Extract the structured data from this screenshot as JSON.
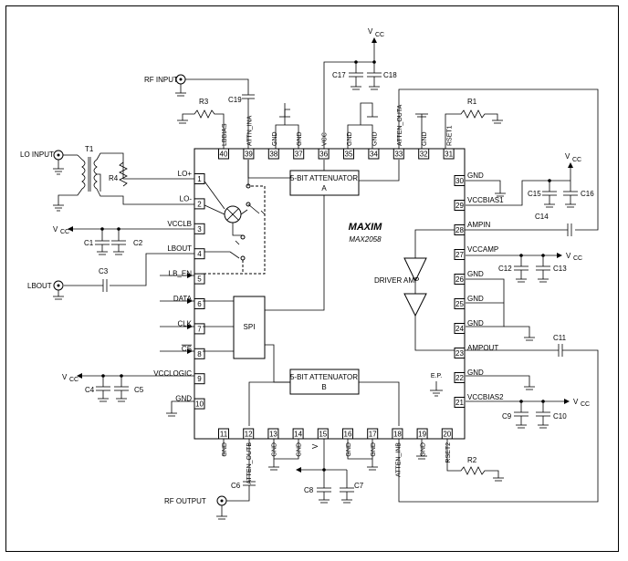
{
  "chip": {
    "attenuator_a": [
      "5-BIT ATTENUATOR",
      "A"
    ],
    "attenuator_b": [
      "5-BIT ATTENUATOR",
      "B"
    ],
    "spi": "SPI",
    "logo": "MAXIM",
    "part": "MAX2058",
    "driver_amp": "DRIVER AMP",
    "ep": "E.P."
  },
  "pins_left": [
    {
      "num": "1",
      "label": "LO+"
    },
    {
      "num": "2",
      "label": "LO-"
    },
    {
      "num": "3",
      "label": "VCCLB"
    },
    {
      "num": "4",
      "label": "LBOUT"
    },
    {
      "num": "5",
      "label": "LB_EN"
    },
    {
      "num": "6",
      "label": "DATA"
    },
    {
      "num": "7",
      "label": "CLK"
    },
    {
      "num": "8",
      "label": "CS"
    },
    {
      "num": "9",
      "label": "VCCLOGIC"
    },
    {
      "num": "10",
      "label": "GND"
    }
  ],
  "pins_top": [
    {
      "num": "40",
      "label": "LBBIAS"
    },
    {
      "num": "39",
      "label": "ATTN_INA"
    },
    {
      "num": "38",
      "label": "GND"
    },
    {
      "num": "37",
      "label": "GND"
    },
    {
      "num": "36",
      "label": "VCC"
    },
    {
      "num": "35",
      "label": "GND"
    },
    {
      "num": "34",
      "label": "GND"
    },
    {
      "num": "33",
      "label": "ATTEN_OUTA"
    },
    {
      "num": "32",
      "label": "GND"
    },
    {
      "num": "31",
      "label": "RSET1"
    }
  ],
  "pins_right": [
    {
      "num": "30",
      "label": "GND"
    },
    {
      "num": "29",
      "label": "VCCBIAS1"
    },
    {
      "num": "28",
      "label": "AMPIN"
    },
    {
      "num": "27",
      "label": "VCCAMP"
    },
    {
      "num": "26",
      "label": "GND"
    },
    {
      "num": "25",
      "label": "GND"
    },
    {
      "num": "24",
      "label": "GND"
    },
    {
      "num": "23",
      "label": "AMPOUT"
    },
    {
      "num": "22",
      "label": "GND"
    },
    {
      "num": "21",
      "label": "VCCBIAS2"
    }
  ],
  "pins_bottom": [
    {
      "num": "11",
      "label": "GND"
    },
    {
      "num": "12",
      "label": "ATTEN_OUTB"
    },
    {
      "num": "13",
      "label": "GND"
    },
    {
      "num": "14",
      "label": "GND"
    },
    {
      "num": "15",
      "label": "VCC"
    },
    {
      "num": "16",
      "label": "GND"
    },
    {
      "num": "17",
      "label": "GND"
    },
    {
      "num": "18",
      "label": "ATTEN_INB"
    },
    {
      "num": "19",
      "label": "GND"
    },
    {
      "num": "20",
      "label": "RSET2"
    }
  ],
  "components": {
    "T1": "T1",
    "R4": "R4",
    "R3": "R3",
    "R1": "R1",
    "R2": "R2",
    "C1": "C1",
    "C2": "C2",
    "C3": "C3",
    "C4": "C4",
    "C5": "C5",
    "C6": "C6",
    "C7": "C7",
    "C8": "C8",
    "C9": "C9",
    "C10": "C10",
    "C11": "C11",
    "C12": "C12",
    "C13": "C13",
    "C14": "C14",
    "C15": "C15",
    "C16": "C16",
    "C17": "C17",
    "C18": "C18",
    "C19": "C19"
  },
  "ports": {
    "rf_input": "RF INPUT",
    "lo_input": "LO INPUT",
    "lbout": "LBOUT",
    "rf_output": "RF OUTPUT",
    "vcc": "V",
    "vcc_sub": "CC"
  }
}
